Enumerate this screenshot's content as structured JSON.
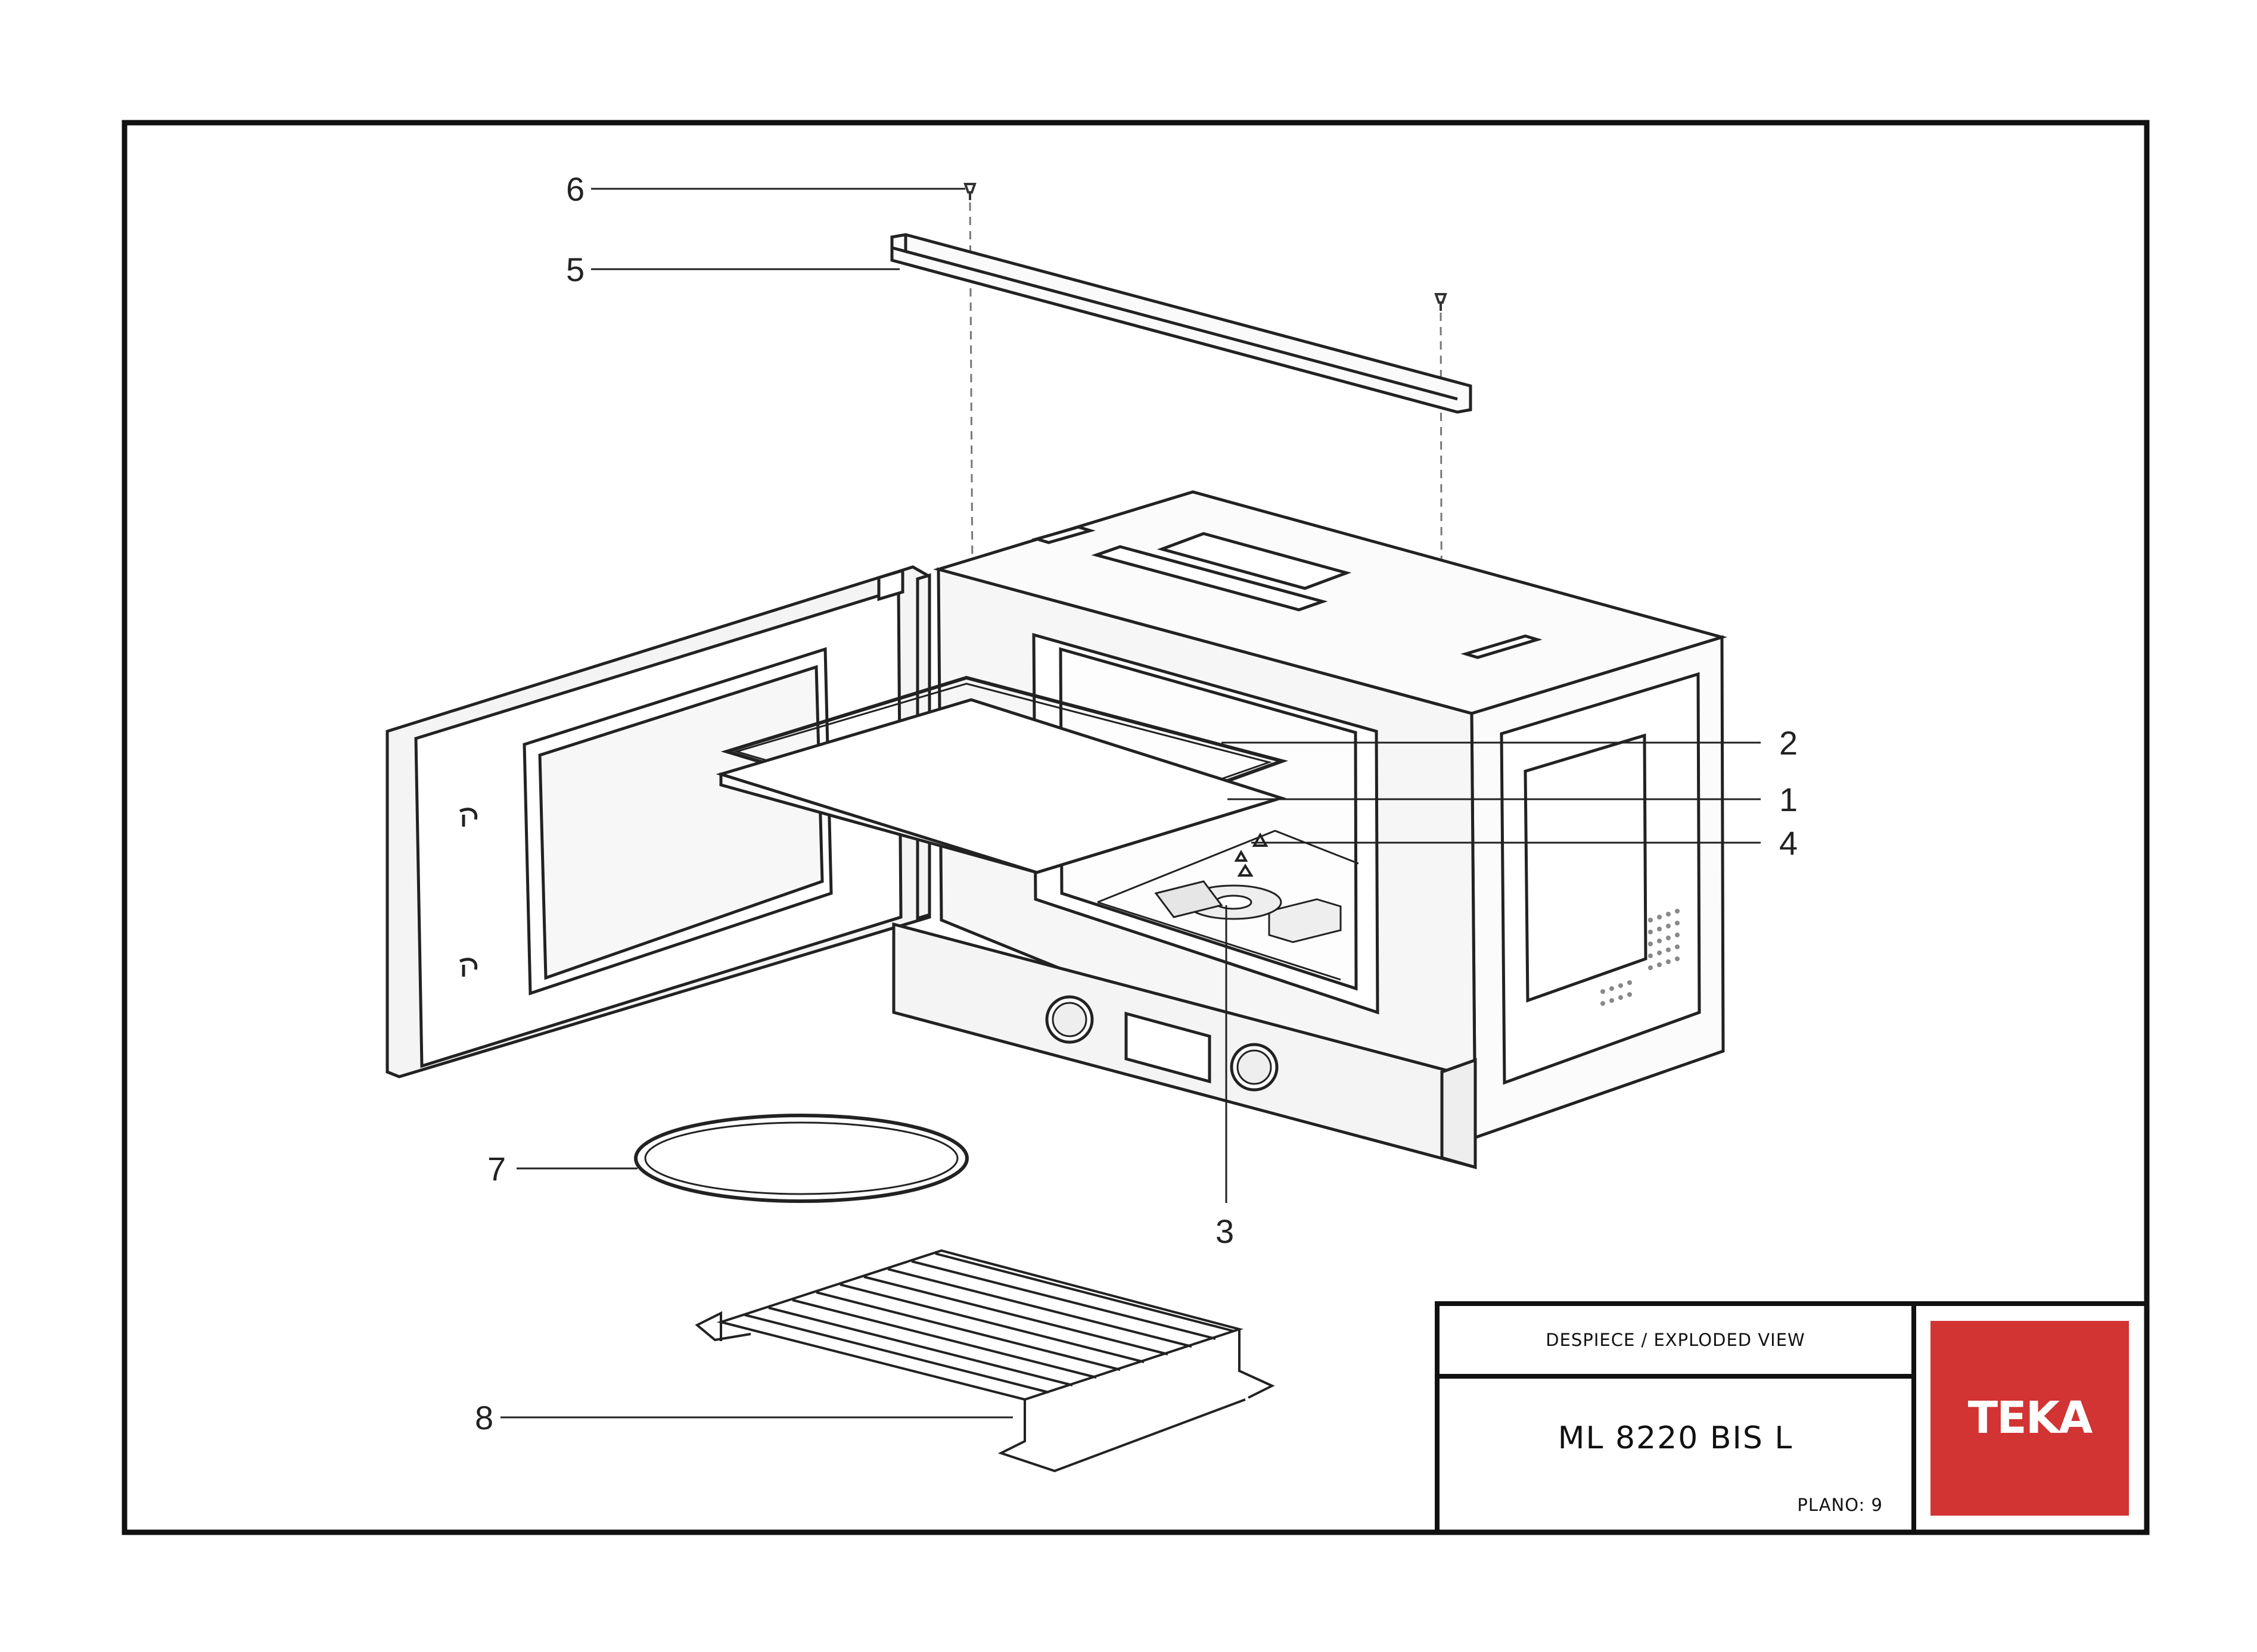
{
  "callouts": {
    "c1": "1",
    "c2": "2",
    "c3": "3",
    "c4": "4",
    "c5": "5",
    "c6": "6",
    "c7": "7",
    "c8": "8"
  },
  "title_block": {
    "view_label": "DESPIECE / EXPLODED VIEW",
    "model": "ML 8220 BIS L",
    "plano": "PLANO: 9"
  },
  "logo": {
    "text": "TEKA",
    "background": "#d23333",
    "text_color": "#ffffff"
  }
}
